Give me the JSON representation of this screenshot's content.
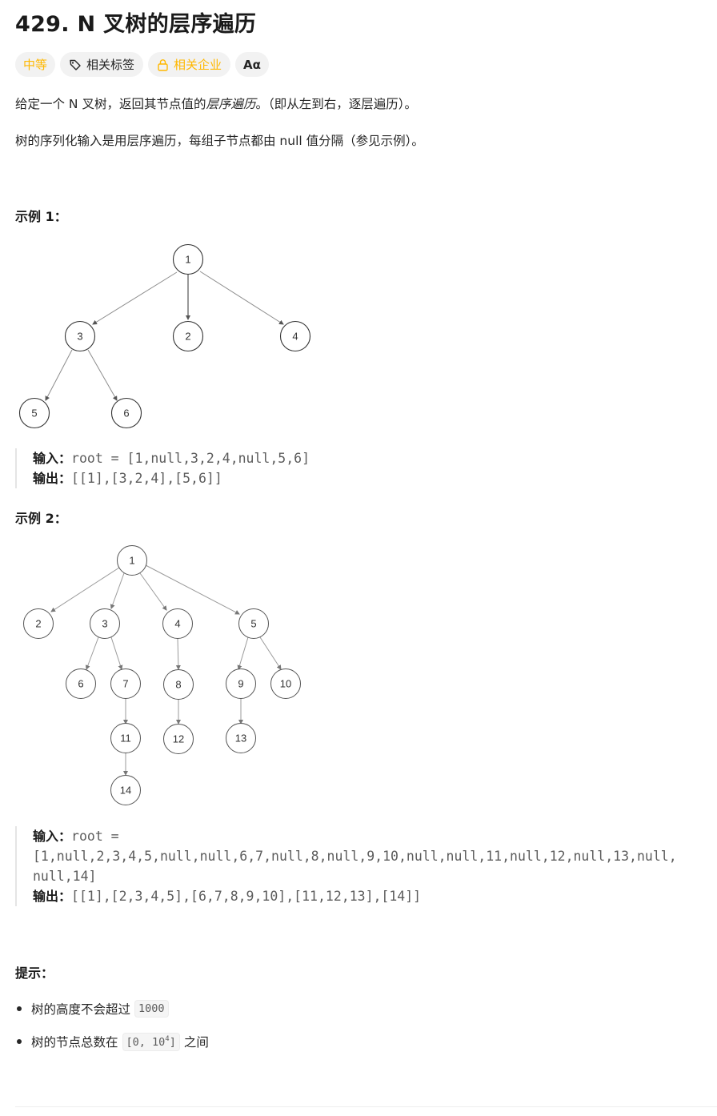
{
  "problem": {
    "title": "429. N 叉树的层序遍历"
  },
  "tags": {
    "difficulty": "中等",
    "topics": "相关标签",
    "companies": "相关企业",
    "translate": "Aα"
  },
  "description": {
    "p1_before": "给定一个 N 叉树，返回其节点值的",
    "p1_italic": "层序遍历",
    "p1_after": "。（即从左到右，逐层遍历）。",
    "p2": "树的序列化输入是用层序遍历，每组子节点都由 null 值分隔（参见示例）。"
  },
  "example1": {
    "heading": "示例 1：",
    "input_label": "输入：",
    "input_value": "root = [1,null,3,2,4,null,5,6]",
    "output_label": "输出：",
    "output_value": "[[1],[3,2,4],[5,6]]",
    "nodes": [
      "1",
      "3",
      "2",
      "4",
      "5",
      "6"
    ]
  },
  "example2": {
    "heading": "示例 2：",
    "input_label": "输入：",
    "input_value_line1": "root =",
    "input_value_line2": "[1,null,2,3,4,5,null,null,6,7,null,8,null,9,10,null,null,11,null,12,null,13,null,",
    "input_value_line3": "null,14]",
    "output_label": "输出：",
    "output_value": "[[1],[2,3,4,5],[6,7,8,9,10],[11,12,13],[14]]",
    "nodes": [
      "1",
      "2",
      "3",
      "4",
      "5",
      "6",
      "7",
      "8",
      "9",
      "10",
      "11",
      "12",
      "13",
      "14"
    ]
  },
  "hints": {
    "heading": "提示：",
    "items": [
      {
        "text": "树的高度不会超过",
        "code": "1000",
        "suffix": ""
      },
      {
        "text": "树的节点总数在",
        "code_base": "[0, 10",
        "code_sup": "4",
        "code_end": "]",
        "suffix": "之间"
      }
    ]
  },
  "colors": {
    "difficulty_medium": "#ffb800",
    "company_locked": "#ffb800",
    "tag_bg": "#f2f2f2"
  },
  "icons": [
    "tag-icon",
    "lock-icon",
    "translate-icon"
  ]
}
